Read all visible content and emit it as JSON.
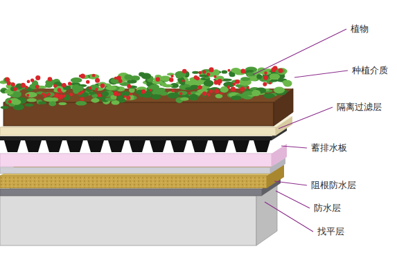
{
  "diagram": {
    "labels": [
      "植物",
      "种植介质",
      "隔离过滤层",
      "蓄排水板",
      "阻根防水层",
      "防水层",
      "找平层"
    ]
  }
}
